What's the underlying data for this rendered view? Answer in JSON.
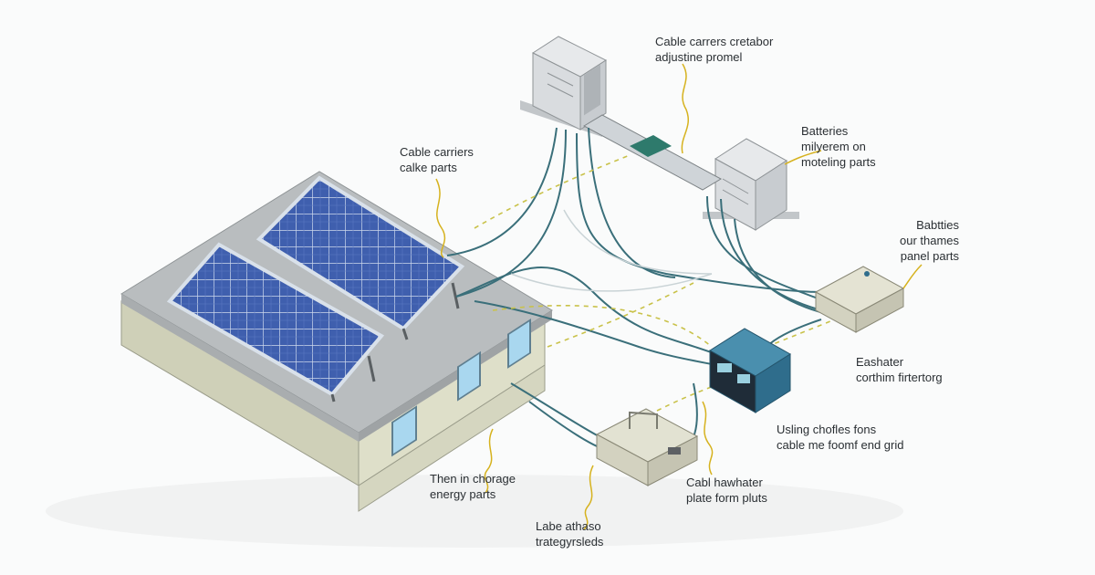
{
  "colors": {
    "background": "#fafbfb",
    "roof": "#b9bdbf",
    "wall_front": "#dedfc9",
    "wall_side": "#cfd0b8",
    "panel_cell": "#3f5fae",
    "panel_frame": "#d9e1ea",
    "cable": "#3a6f7a",
    "cable_light": "#c9d3d6",
    "dashed_wire": "#c9c24a",
    "leader_line": "#d6b21e",
    "cabinet": "#d9dcdf",
    "controller": "#2f6d8c",
    "box": "#d3d2c0"
  },
  "labels": {
    "top_center": [
      "Cable carrers cretabor",
      "adjustine promel"
    ],
    "cable_left": [
      "Cable carriers",
      "calke parts"
    ],
    "batteries": [
      "Batteries",
      "milyerem on",
      "moteling parts"
    ],
    "right_upper": [
      "Babtties",
      "our thames",
      "panel parts"
    ],
    "right_middle": [
      "Eashater",
      "corthim firtertorg"
    ],
    "right_lower": [
      "Usling chofles fons",
      "cable me foomf end grid"
    ],
    "bottom_left": [
      "Then in chorage",
      "energy parts"
    ],
    "bottom_center": [
      "Cabl hawhater",
      "plate form pluts"
    ],
    "bottom": [
      "Labe athaso",
      "trategyrsleds"
    ]
  }
}
